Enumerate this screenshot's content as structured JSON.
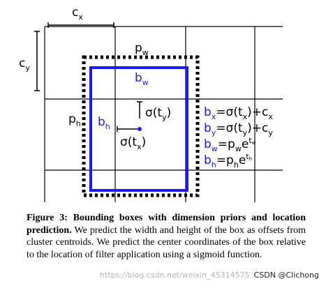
{
  "diagram": {
    "cx_label": "c",
    "cx_sub": "x",
    "cy_label": "c",
    "cy_sub": "y",
    "pw_label": "p",
    "pw_sub": "w",
    "ph_label": "p",
    "ph_sub": "h",
    "bw_label": "b",
    "bw_sub": "w",
    "bh_label": "b",
    "bh_sub": "h",
    "sigma_ty": "σ(t",
    "sigma_ty_sub": "y",
    "sigma_ty_close": ")",
    "sigma_tx": "σ(t",
    "sigma_tx_sub": "x",
    "sigma_tx_close": ")",
    "eq1": "b",
    "eq1_sub": "x",
    "eq1_rhs": "=σ(t",
    "eq1_rhs_sub": "x",
    "eq1_rhs2": ")+c",
    "eq1_rhs2_sub": "x",
    "eq2": "b",
    "eq2_sub": "y",
    "eq2_rhs": "=σ(t",
    "eq2_rhs_sub": "y",
    "eq2_rhs2": ")+c",
    "eq2_rhs2_sub": "y",
    "eq3": "b",
    "eq3_sub": "w",
    "eq3_rhs": "=p",
    "eq3_rhs_sub": "w",
    "eq3_rhs2": "e",
    "eq3_sup": "t",
    "eq3_sup_sub": "w",
    "eq4": "b",
    "eq4_sub": "h",
    "eq4_rhs": "=p",
    "eq4_rhs_sub": "h",
    "eq4_rhs2": "e",
    "eq4_sup": "t",
    "eq4_sup_sub": "h",
    "colors": {
      "blue": "#1a1aff",
      "grid": "#000000"
    }
  },
  "caption": {
    "bold": "Figure 3: Bounding boxes with dimension priors and location prediction.",
    "text": " We predict the width and height of the box as offsets from cluster centroids. We predict the center coordinates of the box relative to the location of filter application using a sigmoid function."
  },
  "watermark": {
    "faint": "https://blog.csdn.net/weixin_45314575",
    "text": "CSDN @Clichong"
  }
}
